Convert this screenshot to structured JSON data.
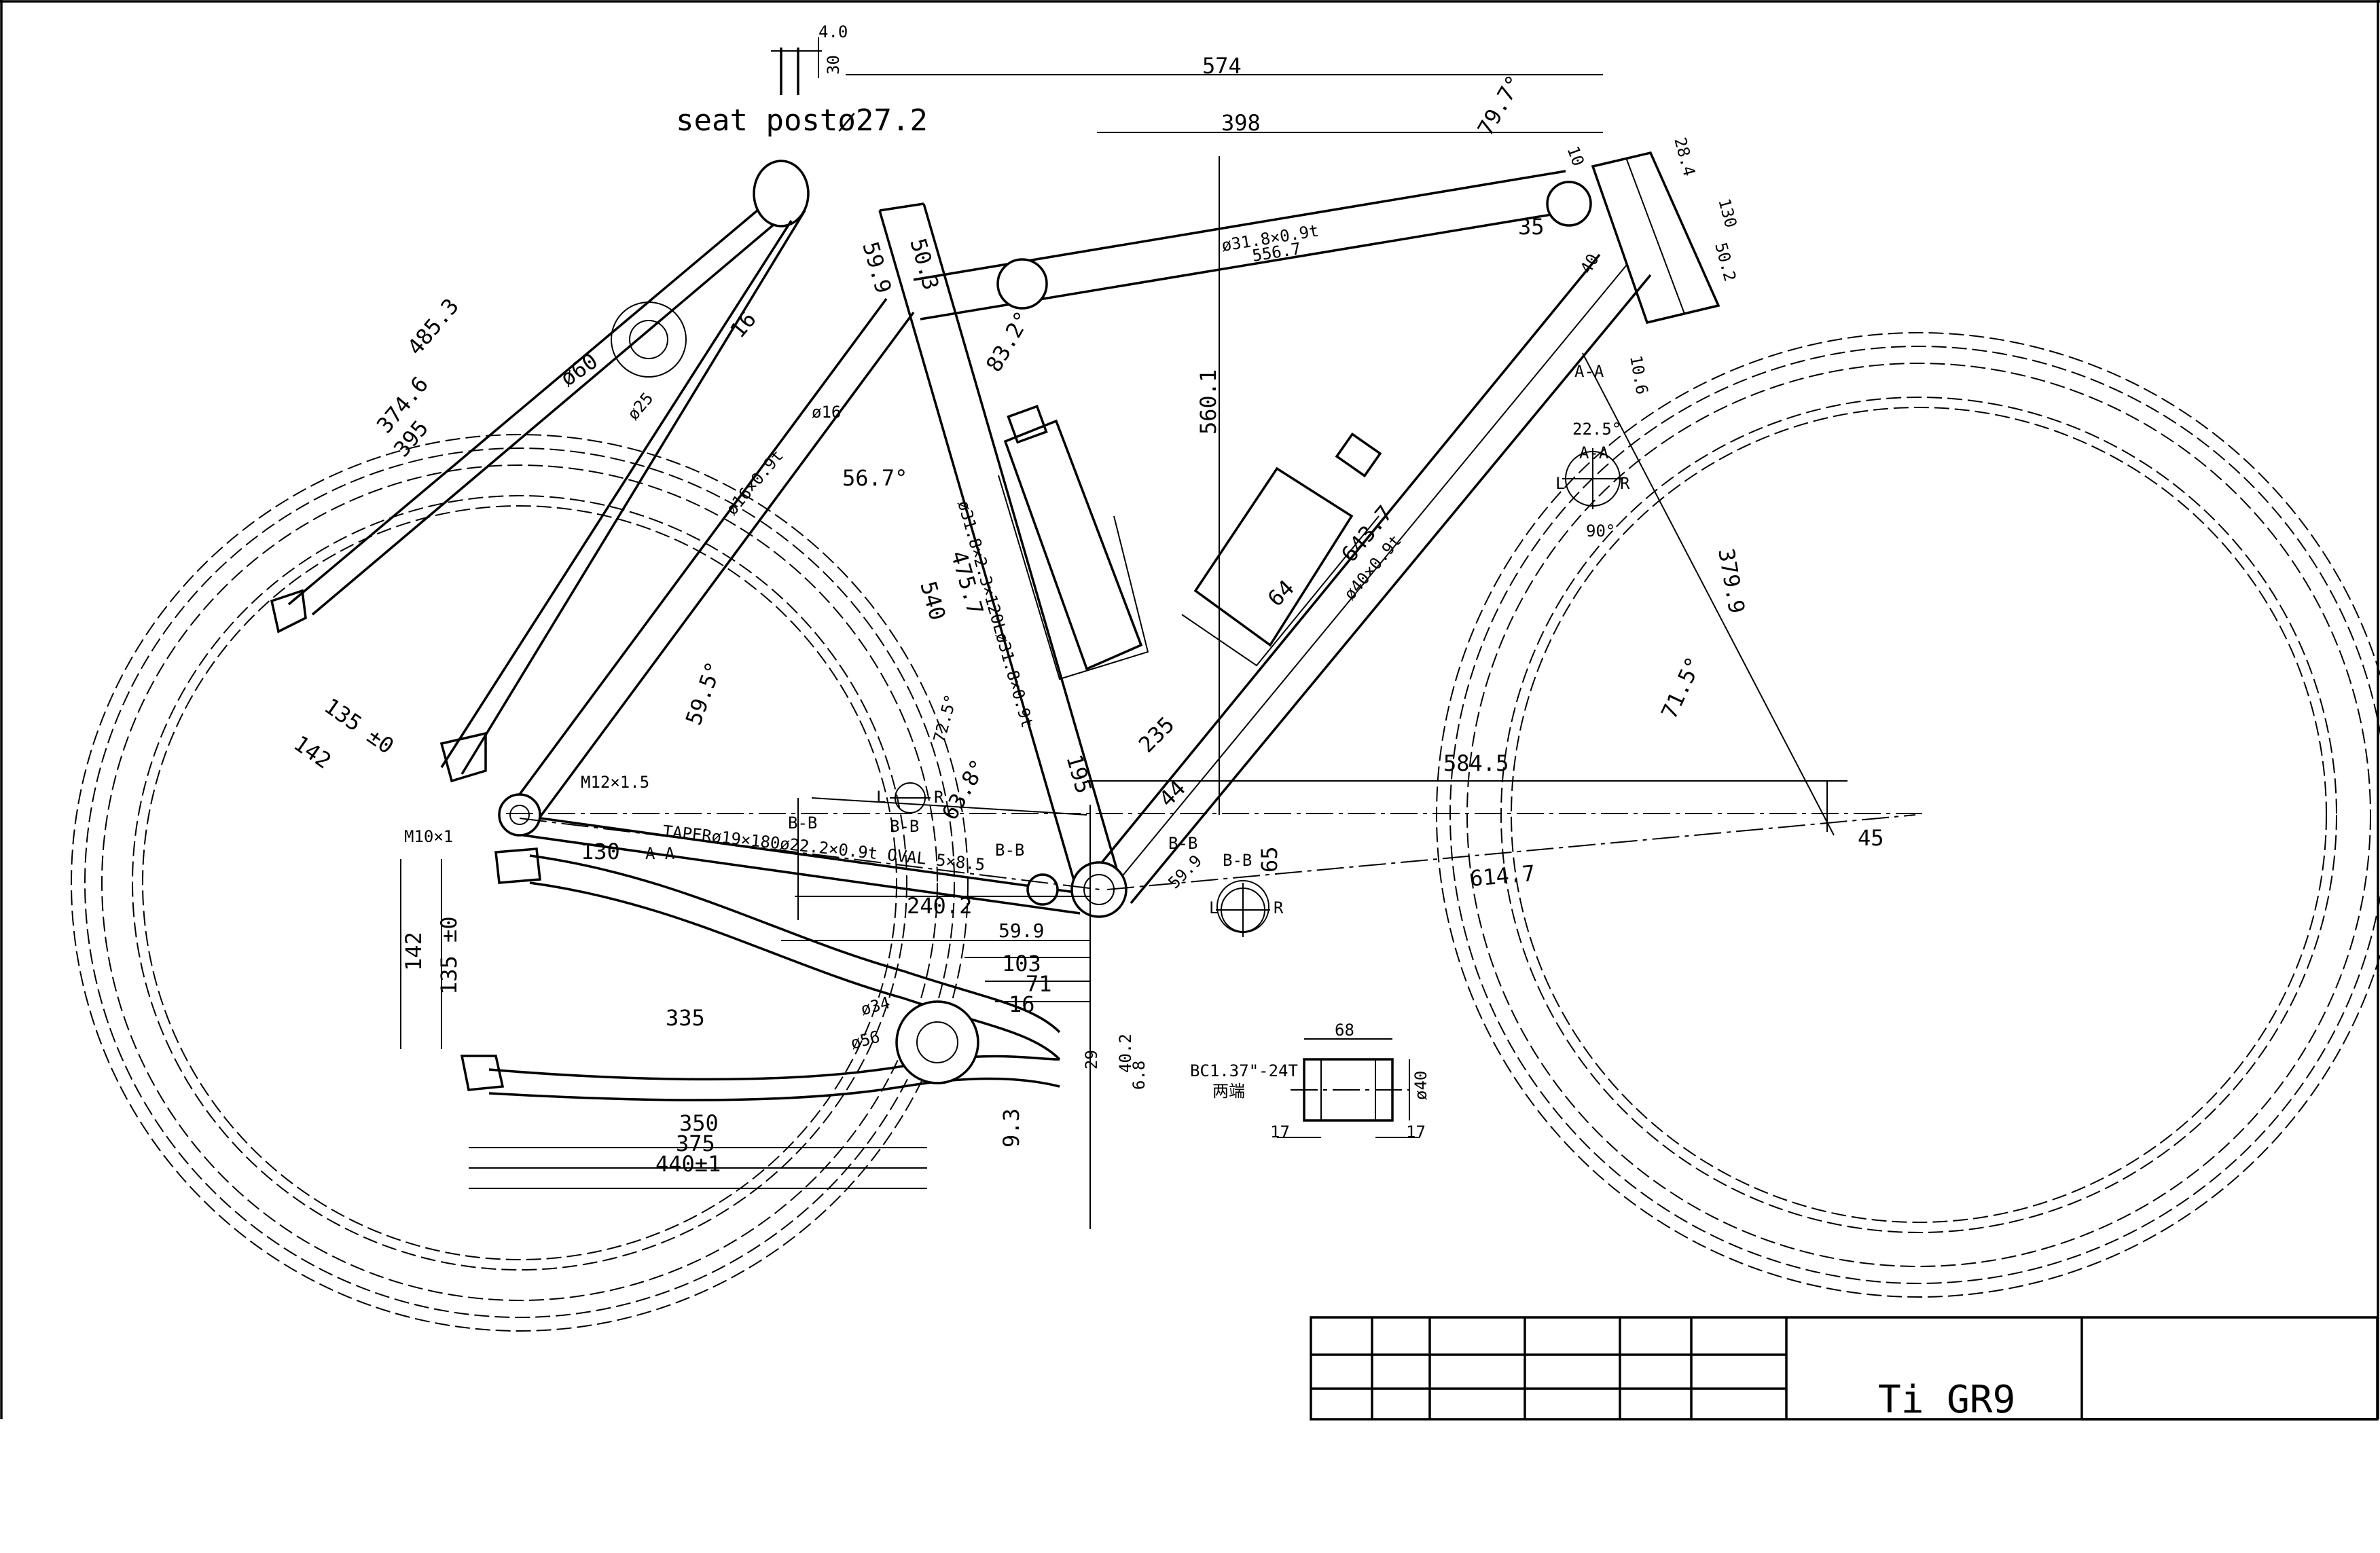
{
  "labels": {
    "seat_post": "seat postø27.2",
    "dim_574": "574",
    "dim_398": "398",
    "dim_560_1": "560.1",
    "dim_556_7": "556.7",
    "dim_643_7": "643.7",
    "dim_584_5": "584.5",
    "dim_614_7": "614.7",
    "dim_379_9": "379.9",
    "dim_485_3": "485.3",
    "dim_374_6": "374.6",
    "dim_395": "395",
    "dim_540": "540",
    "dim_475_7": "475.7",
    "dim_240_2": "240.2",
    "dim_335": "335",
    "dim_350": "350",
    "dim_375": "375",
    "dim_440": "440±1",
    "dim_130": "130",
    "dim_142_upper": "142",
    "dim_135_upper": "135 ±0",
    "dim_142_lower": "142",
    "dim_135_lower": "135 ±0",
    "dim_235": "235",
    "dim_195": "195",
    "dim_103": "103",
    "dim_71": "71",
    "dim_16_lower": "16",
    "dim_59_9": "59.9",
    "dim_65": "65",
    "dim_44": "44",
    "dim_64": "64",
    "dim_35": "35",
    "dim_40": "40",
    "dim_28_4": "28.4",
    "dim_50_2": "50.2",
    "dim_10": "10",
    "dim_10_6": "10.6",
    "dim_9_3": "9.3",
    "dim_29": "29",
    "dim_40_2": "40.2",
    "dim_6_8": "6.8",
    "dim_50_3": "50.3",
    "dim_59_9_top": "59.9",
    "dim_16_top": "16",
    "dim_4_0": "4.0",
    "dim_30": "30",
    "ang_79_7": "79.7°",
    "ang_83_2": "83.2°",
    "ang_56_7": "56.7°",
    "ang_59_5": "59.5°",
    "ang_63_8": "63.8°",
    "ang_72_5": "72.5°",
    "ang_71_5": "71.5°",
    "ang_45": "45",
    "ang_22_5": "22.5°",
    "ang_90": "90°",
    "tube_top": "ø31.8×0.9t",
    "tube_down": "ø40×0.9t",
    "tube_seat": "ø31.8×2.3×120Lø31.8×0.9t",
    "tube_seatstay": "ø16×0.9t",
    "dia_60": "ø60",
    "dia_25": "ø25",
    "dia_16": "ø16",
    "dia_56": "ø56",
    "dia_34": "ø34",
    "thread_m12": "M12×1.5",
    "thread_m10": "M10×1",
    "taper": "TAPERø19×180ø22.2×0.9t OVAL 5×8.5",
    "sec_aa_1": "A-A",
    "sec_aa_2": "A-A",
    "sec_bb_1": "B-B",
    "sec_bb_2": "B-B",
    "sec_bb_3": "B-B",
    "sec_bb_4": "B-B",
    "sec_bb_5": "B-B",
    "letter_L1": "L",
    "letter_R1": "R",
    "letter_L2": "L",
    "letter_R2": "R",
    "letter_L3": "L",
    "letter_R3": "R",
    "bb_68": "68",
    "bb_thread": "BC1.37\"-24T",
    "bb_note": "两端",
    "bb_dia40": "ø40",
    "bb_17a": "17",
    "bb_17b": "17"
  },
  "title_block": {
    "material": "Ti GR9"
  }
}
